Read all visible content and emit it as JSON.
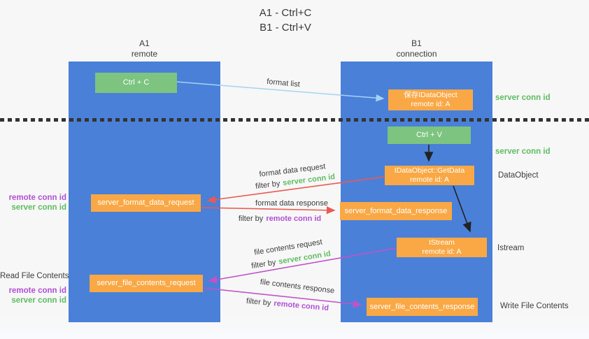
{
  "title": {
    "line1": "A1 - Ctrl+C",
    "line2": "B1 - Ctrl+V"
  },
  "lanes": {
    "a": {
      "title": "A1",
      "subtitle": "remote"
    },
    "b": {
      "title": "B1",
      "subtitle": "connection"
    }
  },
  "nodes": {
    "ctrl_c": {
      "label": "Ctrl + C"
    },
    "save_dataobject": {
      "line1": "保存IDataObject",
      "line2": "remote id: A"
    },
    "ctrl_v": {
      "label": "Ctrl + V"
    },
    "getdata": {
      "line1": "IDataObject::GetData",
      "line2": "remote id: A"
    },
    "server_format_data_request": {
      "label": "server_format_data_request"
    },
    "server_format_data_response": {
      "label": "server_format_data_response"
    },
    "istream": {
      "line1": "IStream",
      "line2": "remote id: A"
    },
    "server_file_contents_request": {
      "label": "server_file_contents_request"
    },
    "server_file_contents_response": {
      "label": "server_file_contents_response"
    }
  },
  "edge_labels": {
    "format_list": "format list",
    "format_data_request": "format data request",
    "format_data_response": "format data response",
    "file_contents_request": "file contents request",
    "file_contents_response": "file contents response",
    "filter_by": "filter by",
    "server_conn_id": "server conn id",
    "remote_conn_id": "remote conn id"
  },
  "side_labels": {
    "right_server_conn_id_1": "server conn id",
    "right_server_conn_id_2": "server conn id",
    "dataobject": "DataObject",
    "istream": "Istream",
    "write_file_contents": "Write File Contents",
    "read_file_contents": "Read File Contents",
    "left_remote_conn_id_1": "remote conn id",
    "left_server_conn_id_1": "server conn id",
    "left_remote_conn_id_2": "remote conn id",
    "left_server_conn_id_2": "server conn id"
  },
  "colors": {
    "lane_blue": "#4a80d8",
    "green_box": "#7cc47f",
    "orange_box": "#f9a845",
    "arrow_light_blue": "#a5d3f2",
    "arrow_red": "#ea5a52",
    "arrow_magenta": "#c053c9",
    "arrow_black": "#222222",
    "text_green": "#5ebc62",
    "text_purple": "#b14fd4",
    "text_dark": "#3d3d3d"
  }
}
